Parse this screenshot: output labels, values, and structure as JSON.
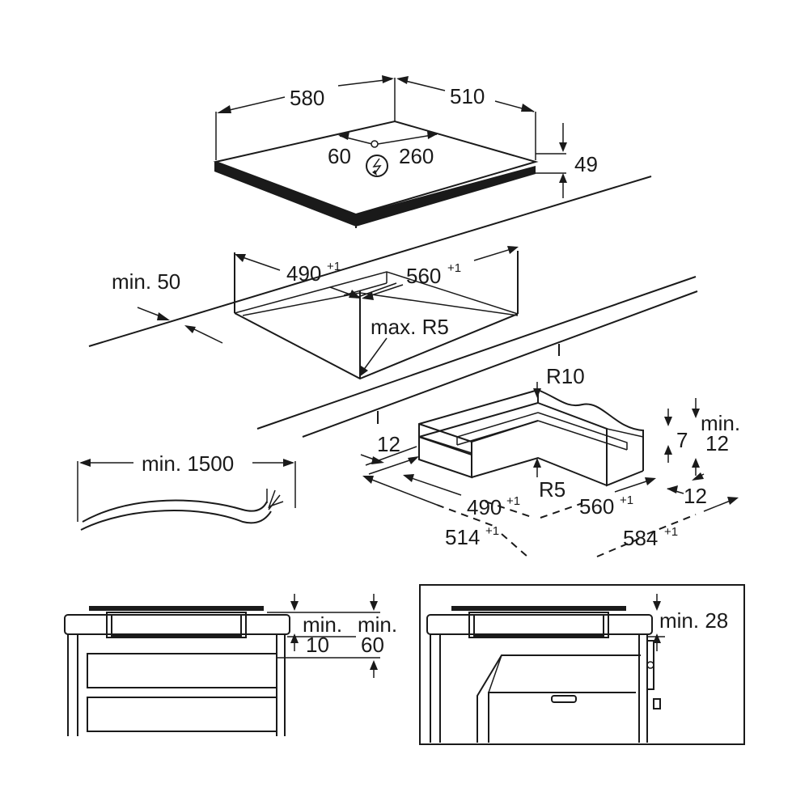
{
  "hob": {
    "width": "580",
    "depth": "510",
    "height": "49",
    "connection_offset_x": "60",
    "connection_offset_y": "260",
    "connection_icon": "electrical-connection-icon"
  },
  "cutout": {
    "min_edge": "min. 50",
    "width": "490",
    "width_tol": "+1",
    "depth": "560",
    "depth_tol": "+1",
    "corner_radius": "max. R5"
  },
  "cable": {
    "length": "min. 1500"
  },
  "frame_detail": {
    "outer_radius": "R10",
    "inner_radius": "R5",
    "ledge_left": "12",
    "ledge_right": "12",
    "ledge_depth": "7",
    "min_label": "min.",
    "min_value": "12",
    "inner_width": "490",
    "inner_width_tol": "+1",
    "inner_depth": "560",
    "inner_depth_tol": "+1",
    "outer_width": "514",
    "outer_width_tol": "+1",
    "outer_depth": "584",
    "outer_depth_tol": "+1"
  },
  "drawer_install": {
    "clearance_1_label": "min.",
    "clearance_1_value": "10",
    "clearance_2_label": "min.",
    "clearance_2_value": "60"
  },
  "oven_install": {
    "clearance": "min. 28"
  }
}
